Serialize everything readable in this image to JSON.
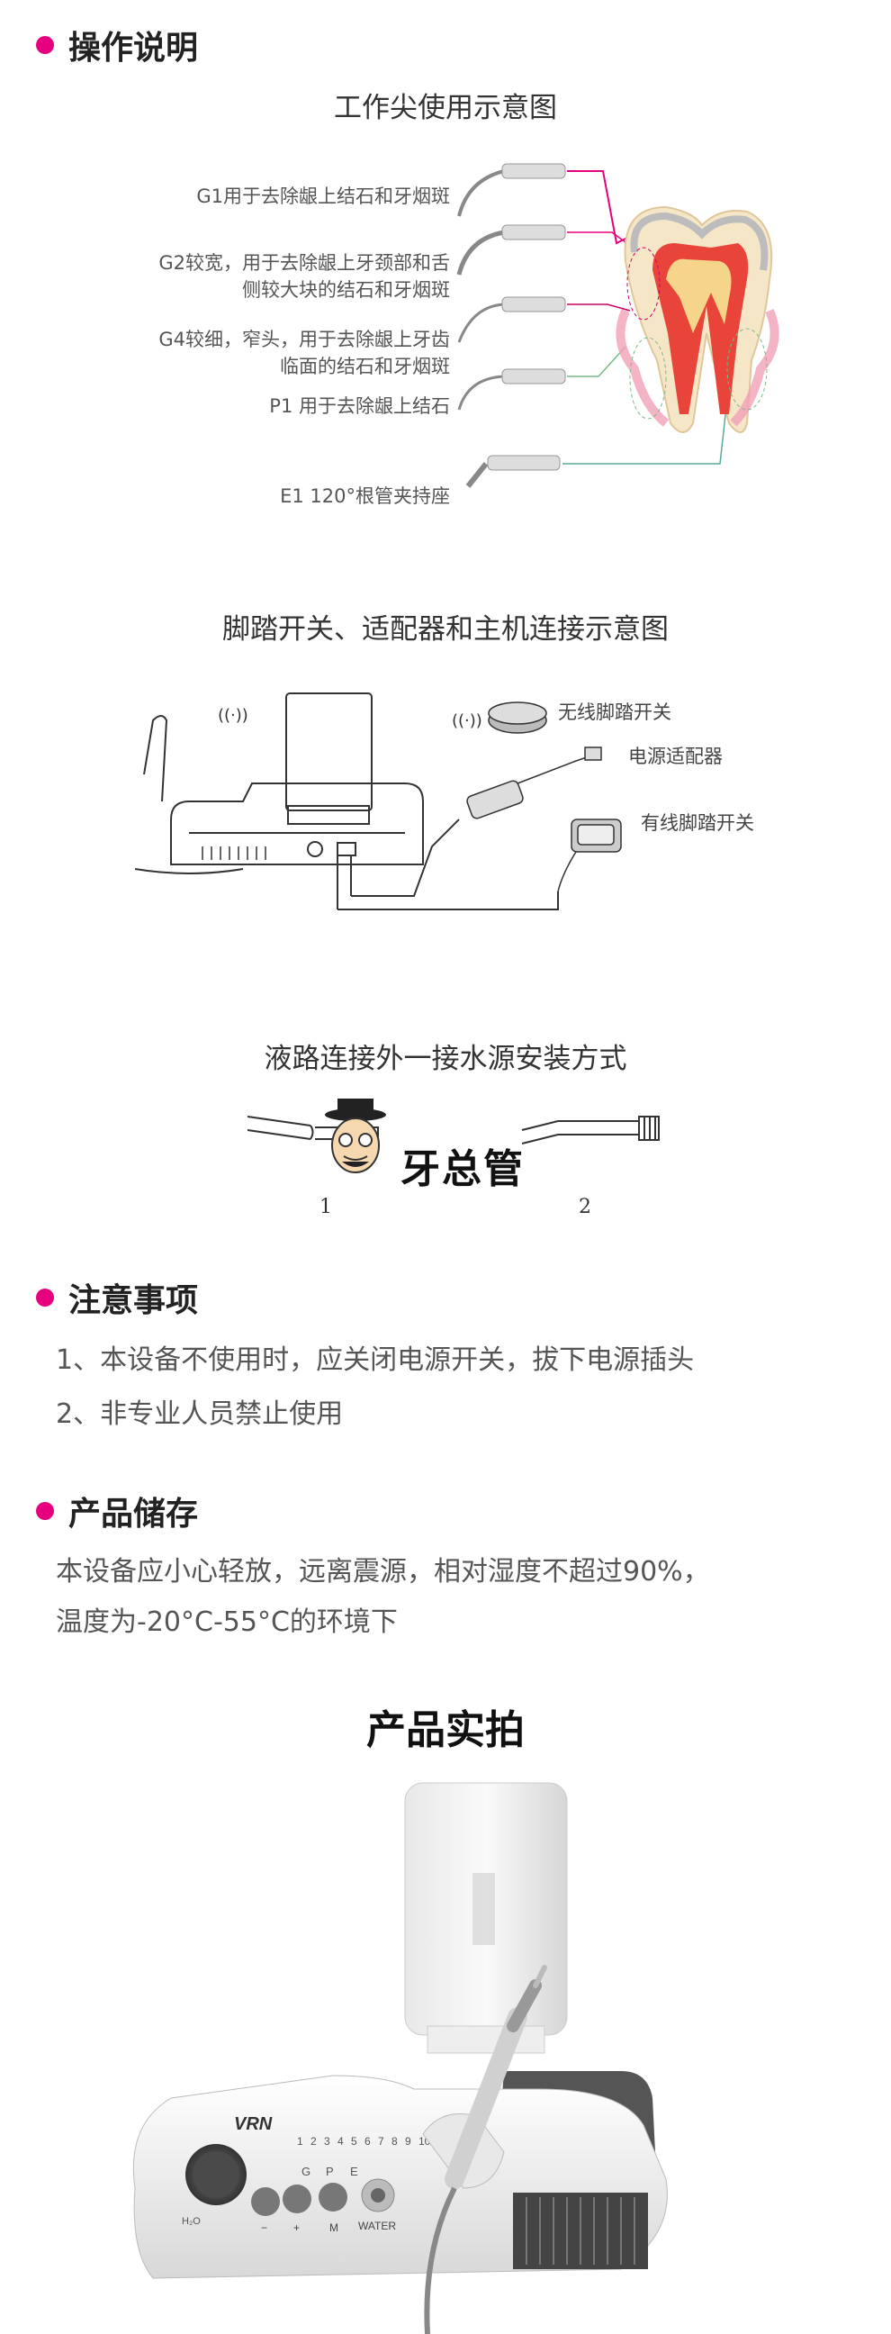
{
  "accent_color": "#e6007e",
  "operation": {
    "title": "操作说明",
    "tip_diagram_title": "工作尖使用示意图",
    "tips": [
      {
        "lines": [
          "G1用于去除龈上结石和牙烟斑"
        ]
      },
      {
        "lines": [
          "G2较宽，用于去除龈上牙颈部和舌",
          "侧较大块的结石和牙烟斑"
        ]
      },
      {
        "lines": [
          "G4较细，窄头，用于去除龈上牙齿",
          "临面的结石和牙烟斑"
        ]
      },
      {
        "lines": [
          "P1 用于去除龈上结石"
        ]
      },
      {
        "lines": [
          "E1 120°根管夹持座"
        ]
      }
    ],
    "connection_title": "脚踏开关、适配器和主机连接示意图",
    "connection_labels": {
      "wireless": "无线脚踏开关",
      "adapter": "电源适配器",
      "wired": "有线脚踏开关"
    },
    "water_title": "液路连接外一接水源安装方式",
    "water_numbers": [
      "1",
      "2"
    ],
    "logo_text": "牙总管"
  },
  "notes": {
    "title": "注意事项",
    "items": [
      "1、本设备不使用时，应关闭电源开关，拔下电源插头",
      "2、非专业人员禁止使用"
    ]
  },
  "storage": {
    "title": "产品储存",
    "lines": [
      "本设备应小心轻放，远离震源，相对湿度不超过90%，",
      "温度为-20°C-55°C的环境下"
    ]
  },
  "photo": {
    "title": "产品实拍",
    "brand": "VRN",
    "power_levels": [
      "1",
      "2",
      "3",
      "4",
      "5",
      "6",
      "7",
      "8",
      "9",
      "10"
    ],
    "mode_letters": [
      "G",
      "P",
      "E"
    ],
    "button_labels": [
      "−",
      "+",
      "M"
    ],
    "water_label": "WATER",
    "knob_label": "H₂O"
  }
}
